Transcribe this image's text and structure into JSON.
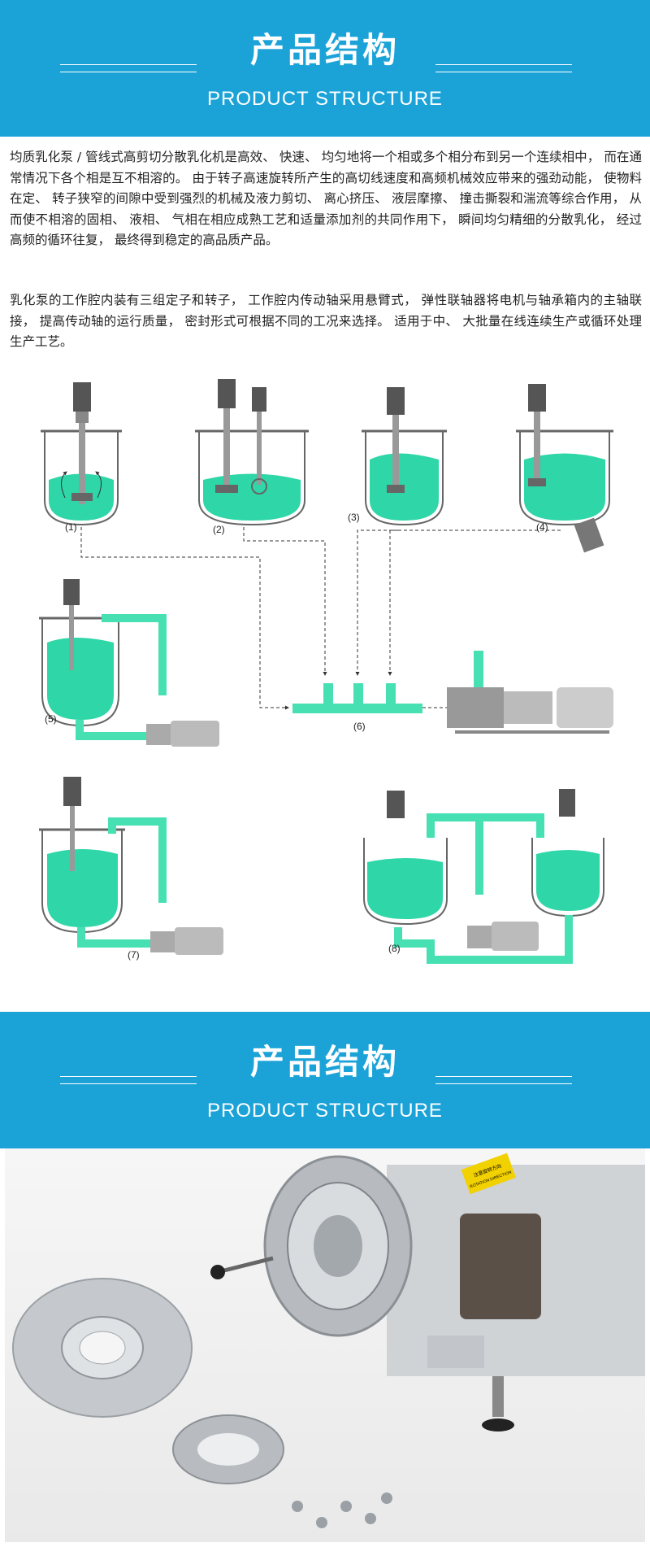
{
  "banner_top": {
    "title_cn": "产品结构",
    "title_en": "PRODUCT  STRUCTURE"
  },
  "paragraphs": [
    "均质乳化泵 / 管线式高剪切分散乳化机是高效、 快速、 均匀地将一个相或多个相分布到另一个连续相中， 而在通常情况下各个相是互不相溶的。 由于转子高速旋转所产生的高切线速度和高频机械效应带来的强劲动能， 使物料在定、 转子狭窄的间隙中受到强烈的机械及液力剪切、 离心挤压、 液层摩擦、 撞击撕裂和湍流等综合作用， 从而使不相溶的固相、 液相、 气相在相应成熟工艺和适量添加剂的共同作用下， 瞬间均匀精细的分散乳化， 经过高频的循环往复， 最终得到稳定的高品质产品。",
    "乳化泵的工作腔内装有三组定子和转子， 工作腔内传动轴采用悬臂式， 弹性联轴器将电机与轴承箱内的主轴联接， 提高传动轴的运行质量， 密封形式可根据不同的工况来选择。 适用于中、 大批量在线连续生产或循环处理生产工艺。"
  ],
  "diagram_labels": [
    "(1)",
    "(2)",
    "(3)",
    "(4)",
    "(5)",
    "(6)",
    "(7)",
    "(8)"
  ],
  "banner_bottom": {
    "title_cn": "产品结构",
    "title_en": "PRODUCT  STRUCTURE"
  },
  "label_plate": {
    "line1": "注意旋转方向",
    "line2": "ROTATION DIRECTION"
  },
  "colors": {
    "banner": "#1ba3d8",
    "liquid": "#2ed6a8",
    "pipe": "#47e0b3",
    "metal": "#b8bcc0"
  }
}
